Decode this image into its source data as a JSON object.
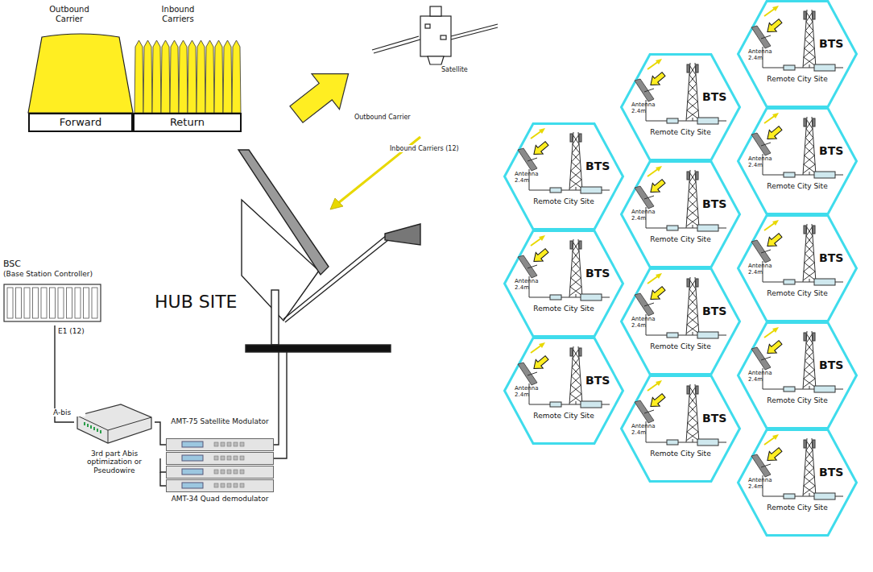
{
  "diagram": {
    "nodes": [
      {
        "text": [
          "Forward"
        ]
      },
      {
        "text": [
          "Return"
        ]
      },
      {
        "text": [
          "BSC",
          "(Base Station Controller)"
        ]
      },
      {
        "text": [
          "3rd part Abis optimization or Pseudowire"
        ]
      },
      {
        "text": [
          "AMT-75 Satellite Modulator",
          "AMT-34 Quad demodulator"
        ]
      },
      {
        "text": [
          "BTS",
          "Antenna 2.4m",
          "Remote City Site"
        ]
      },
      {
        "text": [
          "BTS",
          "Antenna 2.4m",
          "Remote City Site"
        ]
      },
      {
        "text": [
          "BTS",
          "Antenna 2.4m",
          "Remote City Site"
        ]
      },
      {
        "text": [
          "BTS",
          "Antenna 2.4m",
          "Remote City Site"
        ]
      },
      {
        "text": [
          "BTS",
          "Antenna 2.4m",
          "Remote City Site"
        ]
      },
      {
        "text": [
          "BTS",
          "Antenna 2.4m",
          "Remote City Site"
        ]
      },
      {
        "text": [
          "BTS",
          "Antenna 2.4m",
          "Remote City Site"
        ]
      },
      {
        "text": [
          "BTS",
          "Antenna 2.4m",
          "Remote City Site"
        ]
      },
      {
        "text": [
          "BTS",
          "Antenna 2.4m",
          "Remote City Site"
        ]
      },
      {
        "text": [
          "BTS",
          "Antenna 2.4m",
          "Remote City Site"
        ]
      },
      {
        "text": [
          "BTS",
          "Antenna 2.4m",
          "Remote City Site"
        ]
      },
      {
        "text": [
          "BTS",
          "Antenna 2.4m",
          "Remote City Site"
        ]
      }
    ],
    "edges": [
      {
        "from": 2,
        "to": 3,
        "arrow": "none",
        "label": "E1 (12)"
      },
      {
        "from": 3,
        "to": 4,
        "arrow": "none"
      }
    ],
    "labels": [
      "Outbound Carrier",
      "Inbound Carriers",
      "Satellite",
      "Outbound Carrier",
      "Inbound Carriers (12)",
      "HUB SITE",
      "A-bis"
    ]
  }
}
